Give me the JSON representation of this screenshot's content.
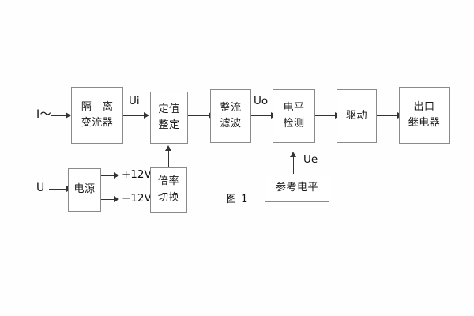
{
  "figure": {
    "caption": "图 1",
    "background": "#fefefe",
    "line_color": "#333333",
    "block_border_color": "#8a8a8a",
    "text_color": "#1a1a1a"
  },
  "inputs": [
    {
      "id": "current-input",
      "label": "I～"
    },
    {
      "id": "voltage-input",
      "label": "U"
    }
  ],
  "blocks": [
    {
      "id": "isolation-transformer",
      "line1": "隔 离",
      "line2": "变流器"
    },
    {
      "id": "setpoint-adjust",
      "line1": "定值",
      "line2": "整定"
    },
    {
      "id": "rectify-filter",
      "line1": "整流",
      "line2": "滤波"
    },
    {
      "id": "level-detect",
      "line1": "电平",
      "line2": "检测"
    },
    {
      "id": "driver",
      "line1": "驱动",
      "line2": ""
    },
    {
      "id": "output-relay",
      "line1": "出口",
      "line2": "继电器"
    },
    {
      "id": "power-supply",
      "line1": "电源",
      "line2": ""
    },
    {
      "id": "multiplier-switch",
      "line1": "倍率",
      "line2": "切换"
    },
    {
      "id": "reference-level",
      "line1": "参考电平",
      "line2": ""
    }
  ],
  "signals": [
    {
      "id": "ui",
      "label": "Ui"
    },
    {
      "id": "uo",
      "label": "Uo"
    },
    {
      "id": "ue",
      "label": "Ue"
    }
  ],
  "rails": [
    {
      "id": "pos12v",
      "label": "+12V"
    },
    {
      "id": "neg12v",
      "label": "−12V"
    }
  ]
}
